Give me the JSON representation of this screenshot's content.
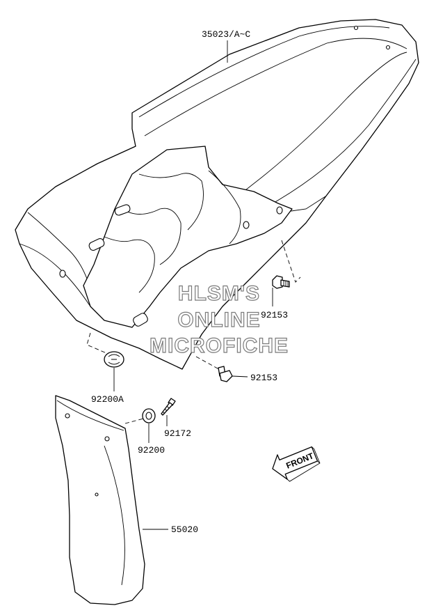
{
  "callouts": {
    "rear_fender": "35023/A~C",
    "bolt_upper": "92153",
    "bolt_lower": "92153",
    "grommet": "92200A",
    "screw": "92172",
    "washer": "92200",
    "mud_flap": "55020"
  },
  "direction_arrow": {
    "label": "FRONT"
  },
  "watermark": {
    "line1": "HLSM'S",
    "line2": "ONLINE",
    "line3": "MICROFICHE"
  },
  "colors": {
    "line": "#000000",
    "background": "#ffffff",
    "watermark_outline": "#7a7a7a"
  }
}
